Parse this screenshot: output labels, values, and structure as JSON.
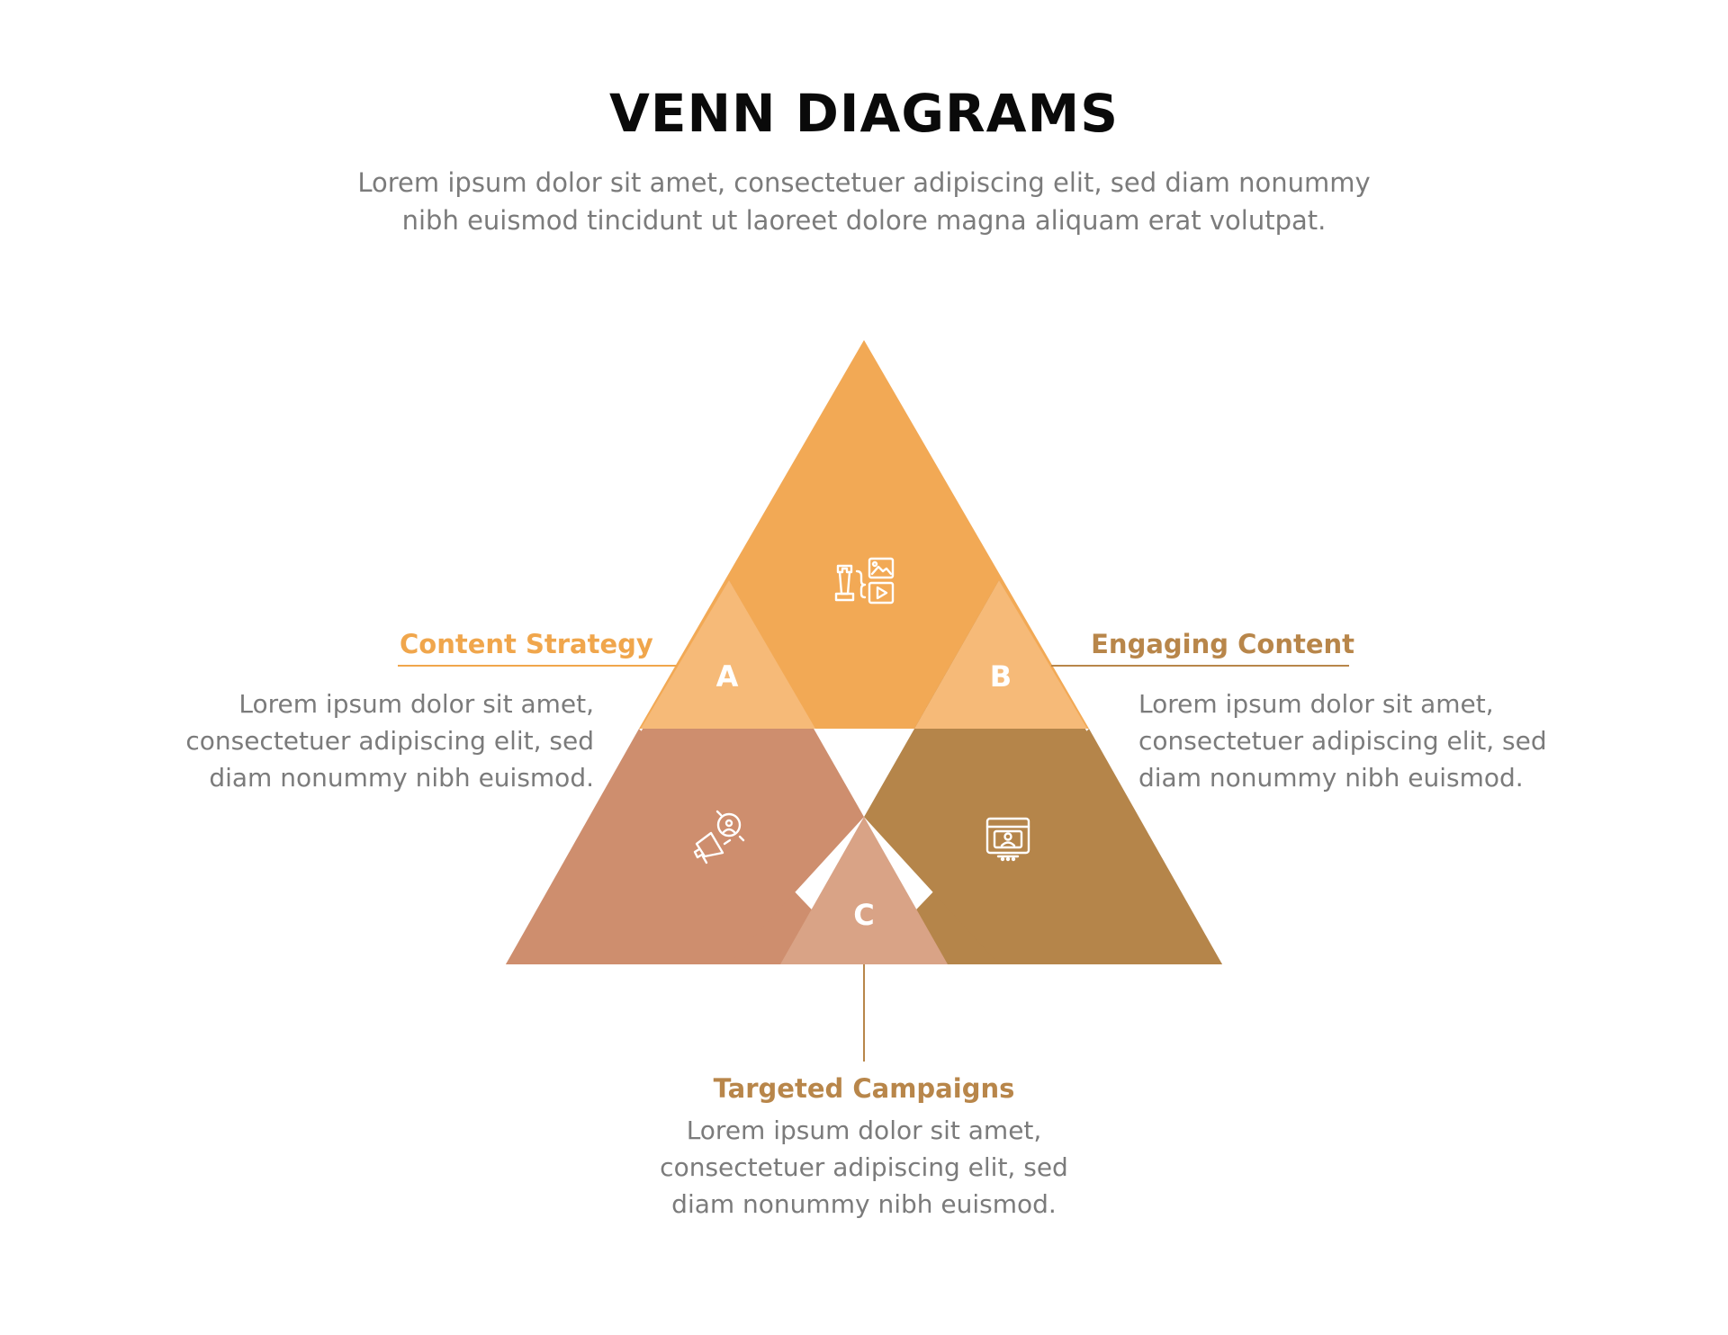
{
  "title": "VENN DIAGRAMS",
  "subtitle": {
    "line1": "Lorem ipsum dolor sit amet, consectetuer adipiscing elit, sed diam nonummy",
    "line2": "nibh euismod tincidunt ut laoreet dolore magna aliquam erat volutpat."
  },
  "colors": {
    "top_triangle": "#f2a955",
    "left_triangle": "#ce8e6e",
    "right_triangle": "#b5854a",
    "overlap_a": "#f6ba78",
    "overlap_b": "#f6ba78",
    "overlap_c": "#d9a386",
    "accent_orange": "#f0a64c",
    "accent_brown": "#b8864a",
    "body_text": "#7b7b7b",
    "title_text": "#0a0a0a"
  },
  "diagram": {
    "overlaps": {
      "a": "A",
      "b": "B",
      "c": "C"
    },
    "icons": {
      "top": "strategy-content-icon",
      "left": "megaphone-target-icon",
      "right": "browser-profile-icon"
    }
  },
  "section_a": {
    "heading": "Content Strategy",
    "lines": [
      "Lorem ipsum dolor sit amet,",
      "consectetuer adipiscing elit, sed",
      "diam nonummy nibh euismod."
    ]
  },
  "section_b": {
    "heading": "Engaging Content",
    "lines": [
      "Lorem ipsum dolor sit amet,",
      "consectetuer adipiscing elit, sed",
      "diam nonummy nibh euismod."
    ]
  },
  "section_c": {
    "heading": "Targeted Campaigns",
    "lines": [
      "Lorem ipsum dolor sit amet,",
      "consectetuer adipiscing elit, sed",
      "diam nonummy nibh euismod."
    ]
  }
}
